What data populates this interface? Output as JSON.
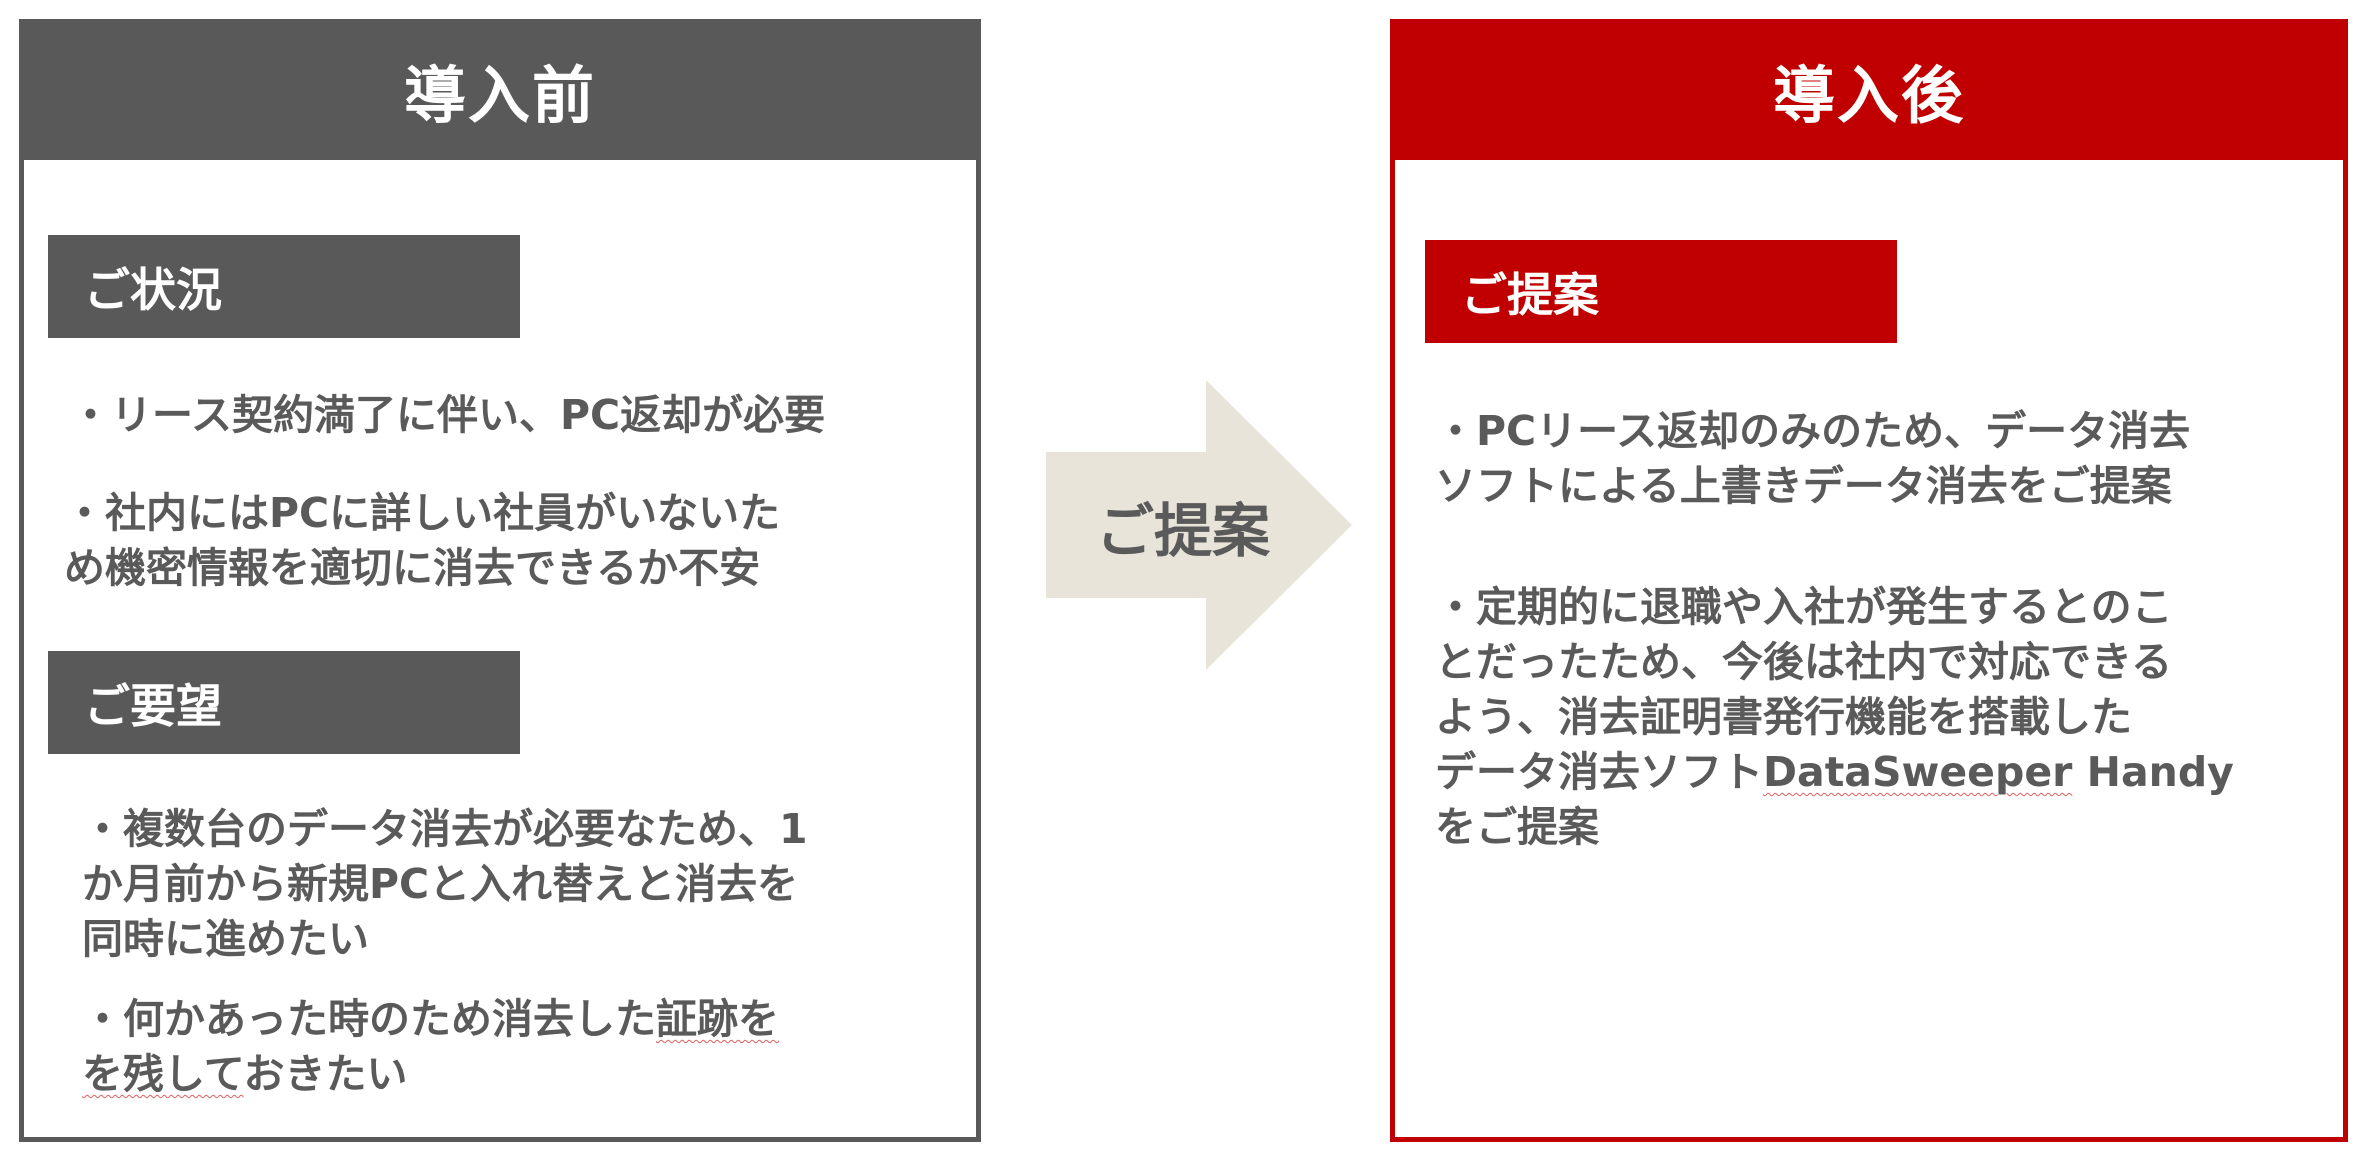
{
  "before": {
    "title": "導入前",
    "situation": {
      "label": "ご状況",
      "items": [
        [
          "・リース契約満了に伴い、PC返却が必要"
        ],
        [
          "・社内にはPCに詳しい社員がいないた",
          "め機密情報を適切に消去できるか不安"
        ]
      ]
    },
    "request": {
      "label": "ご要望",
      "items": [
        [
          "・複数台のデータ消去が必要なため、1",
          "か月前から新規PCと入れ替えと消去を",
          "同時に進めたい"
        ],
        [
          "・何かあった時のため消去した",
          "証跡を",
          "を残して",
          "おきたい"
        ]
      ]
    }
  },
  "arrow": {
    "label": "ご提案"
  },
  "after": {
    "title": "導入後",
    "proposal": {
      "label": "ご提案",
      "items": [
        [
          "・PCリース返却のみのため、データ消去",
          "ソフトによる上書きデータ消去をご提案"
        ],
        [
          "・定期的に退職や入社が発生するとのこ",
          "とだったため、今後は社内で対応できる",
          "よう、消去証明書発行機能を搭載した",
          "データ消去ソフト",
          "DataSweeper",
          " Handy",
          "をご提案"
        ]
      ]
    }
  },
  "colors": {
    "gray": "#595959",
    "red": "#c00000",
    "arrow": "#e8e4da",
    "text": "#5a5a5a"
  }
}
